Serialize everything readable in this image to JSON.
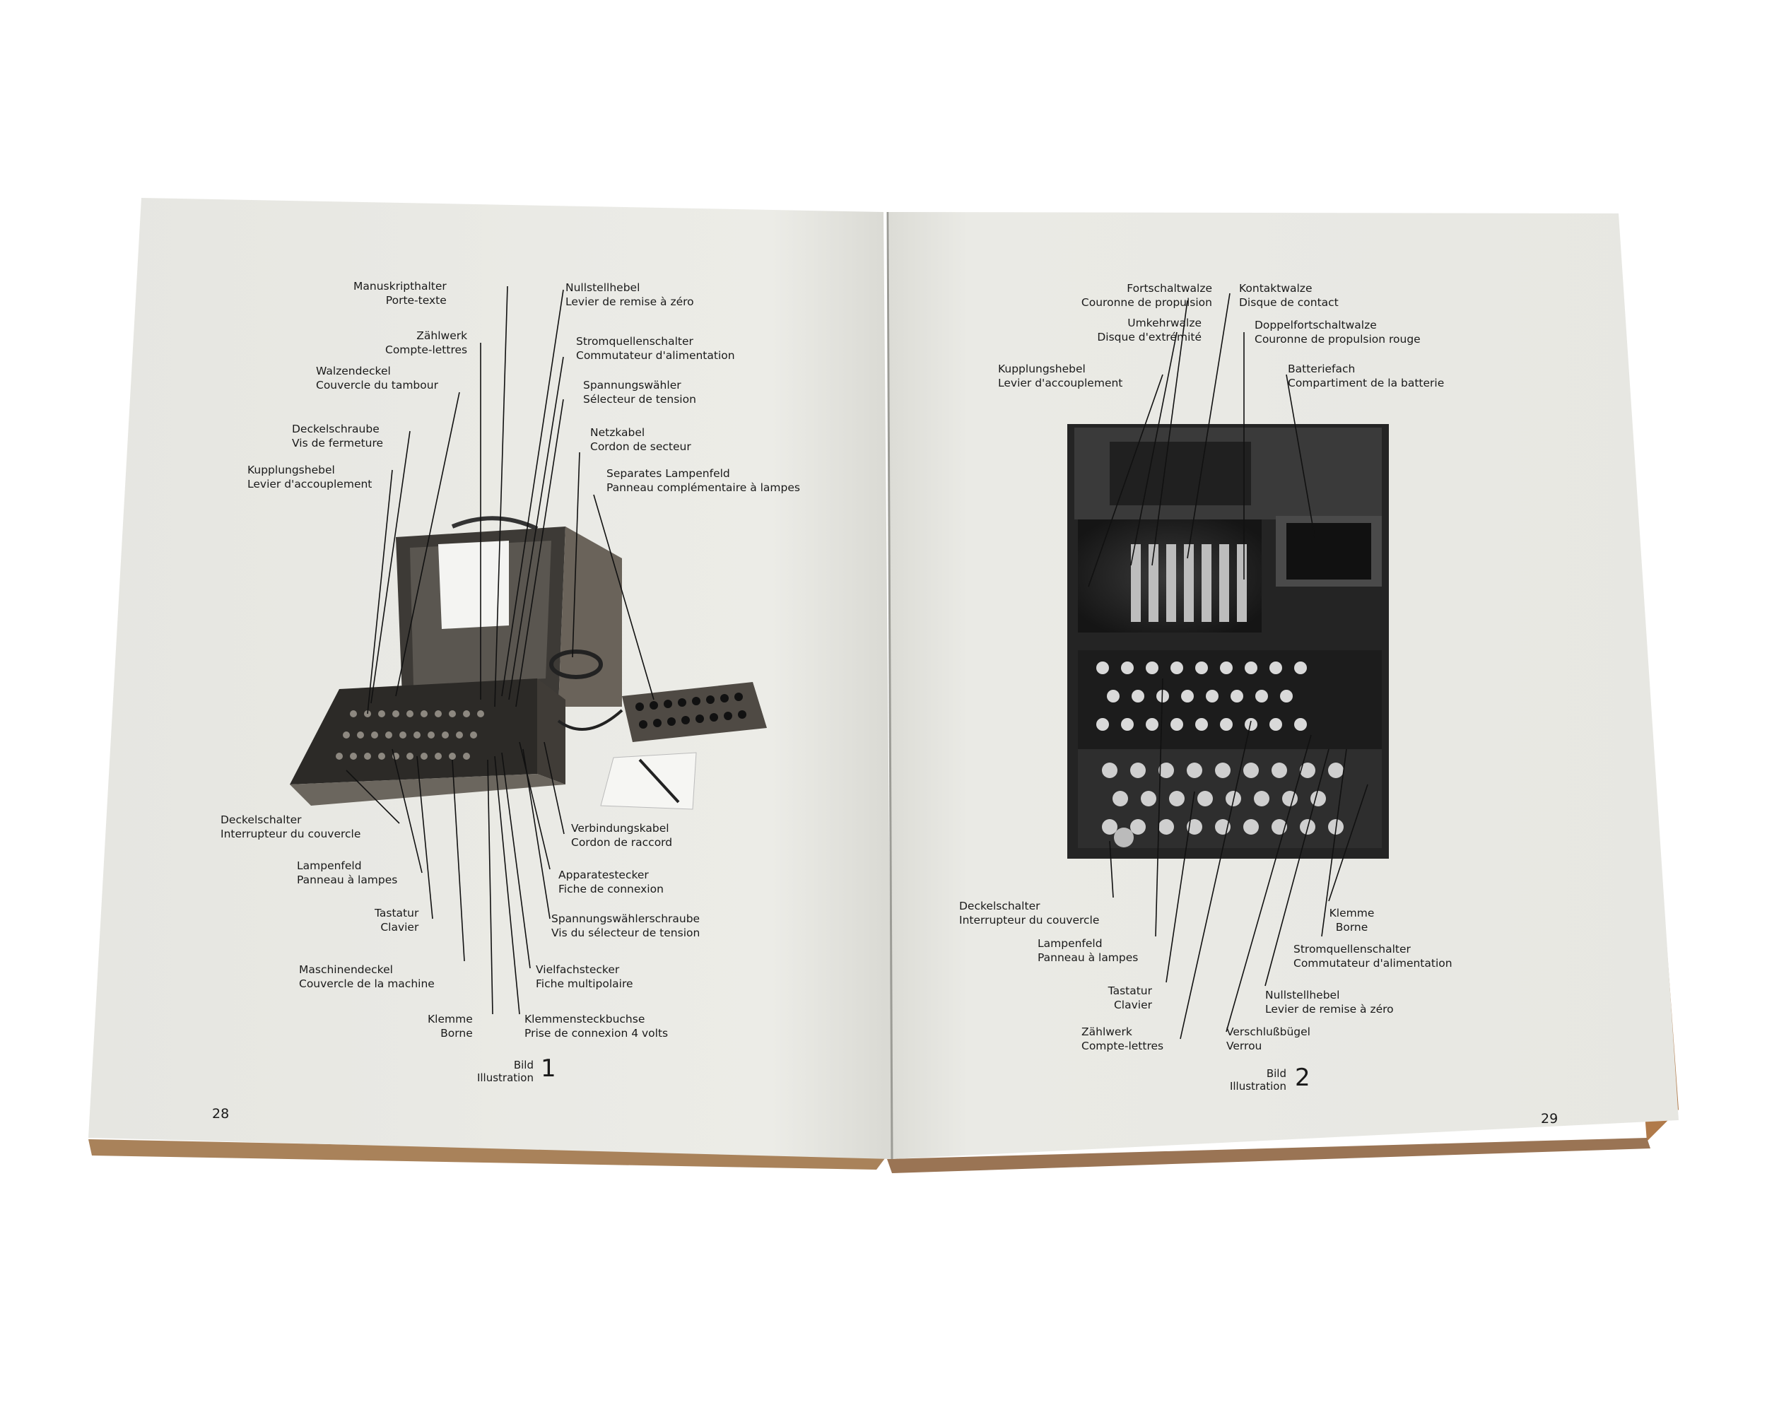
{
  "left_page": {
    "page_number": "28",
    "caption": {
      "line1": "Bild",
      "line2": "Illustration",
      "number": "1"
    },
    "labels": [
      {
        "de": "Manuskripthalter",
        "fr": "Porte-texte"
      },
      {
        "de": "Nullstellhebel",
        "fr": "Levier de remise à zéro"
      },
      {
        "de": "Zählwerk",
        "fr": "Compte-lettres"
      },
      {
        "de": "Stromquellenschalter",
        "fr": "Commutateur d'alimentation"
      },
      {
        "de": "Walzendeckel",
        "fr": "Couvercle du tambour"
      },
      {
        "de": "Spannungswähler",
        "fr": "Sélecteur de tension"
      },
      {
        "de": "Deckelschraube",
        "fr": "Vis de fermeture"
      },
      {
        "de": "Netzkabel",
        "fr": "Cordon de secteur"
      },
      {
        "de": "Kupplungshebel",
        "fr": "Levier d'accouplement"
      },
      {
        "de": "Separates Lampenfeld",
        "fr": "Panneau complémentaire à lampes"
      },
      {
        "de": "Deckelschalter",
        "fr": "Interrupteur du couvercle"
      },
      {
        "de": "Verbindungskabel",
        "fr": "Cordon de raccord"
      },
      {
        "de": "Lampenfeld",
        "fr": "Panneau à lampes"
      },
      {
        "de": "Apparatestecker",
        "fr": "Fiche de connexion"
      },
      {
        "de": "Tastatur",
        "fr": "Clavier"
      },
      {
        "de": "Spannungswählerschraube",
        "fr": "Vis du sélecteur de tension"
      },
      {
        "de": "Maschinendeckel",
        "fr": "Couvercle de la machine"
      },
      {
        "de": "Vielfachstecker",
        "fr": "Fiche multipolaire"
      },
      {
        "de": "Klemme",
        "fr": "Borne"
      },
      {
        "de": "Klemmensteckbuchse",
        "fr": "Prise de connexion 4 volts"
      }
    ]
  },
  "right_page": {
    "page_number": "29",
    "caption": {
      "line1": "Bild",
      "line2": "Illustration",
      "number": "2"
    },
    "labels": [
      {
        "de": "Fortschaltwalze",
        "fr": "Couronne de propulsion"
      },
      {
        "de": "Kontaktwalze",
        "fr": "Disque de contact"
      },
      {
        "de": "Umkehrwalze",
        "fr": "Disque d'extrémité"
      },
      {
        "de": "Doppelfortschaltwalze",
        "fr": "Couronne de propulsion rouge"
      },
      {
        "de": "Kupplungshebel",
        "fr": "Levier d'accouplement"
      },
      {
        "de": "Batteriefach",
        "fr": "Compartiment de la batterie"
      },
      {
        "de": "Deckelschalter",
        "fr": "Interrupteur du couvercle"
      },
      {
        "de": "Klemme",
        "fr": "Borne"
      },
      {
        "de": "Lampenfeld",
        "fr": "Panneau à lampes"
      },
      {
        "de": "Stromquellenschalter",
        "fr": "Commutateur d'alimentation"
      },
      {
        "de": "Tastatur",
        "fr": "Clavier"
      },
      {
        "de": "Nullstellhebel",
        "fr": "Levier de remise à zéro"
      },
      {
        "de": "Zählwerk",
        "fr": "Compte-lettres"
      },
      {
        "de": "Verschlußbügel",
        "fr": "Verrou"
      }
    ]
  },
  "colors": {
    "page": "#e9e9e4",
    "page_shadow": "#c9c8c1",
    "cover_edge": "#b07a4a",
    "ink": "#1a1a1a"
  }
}
